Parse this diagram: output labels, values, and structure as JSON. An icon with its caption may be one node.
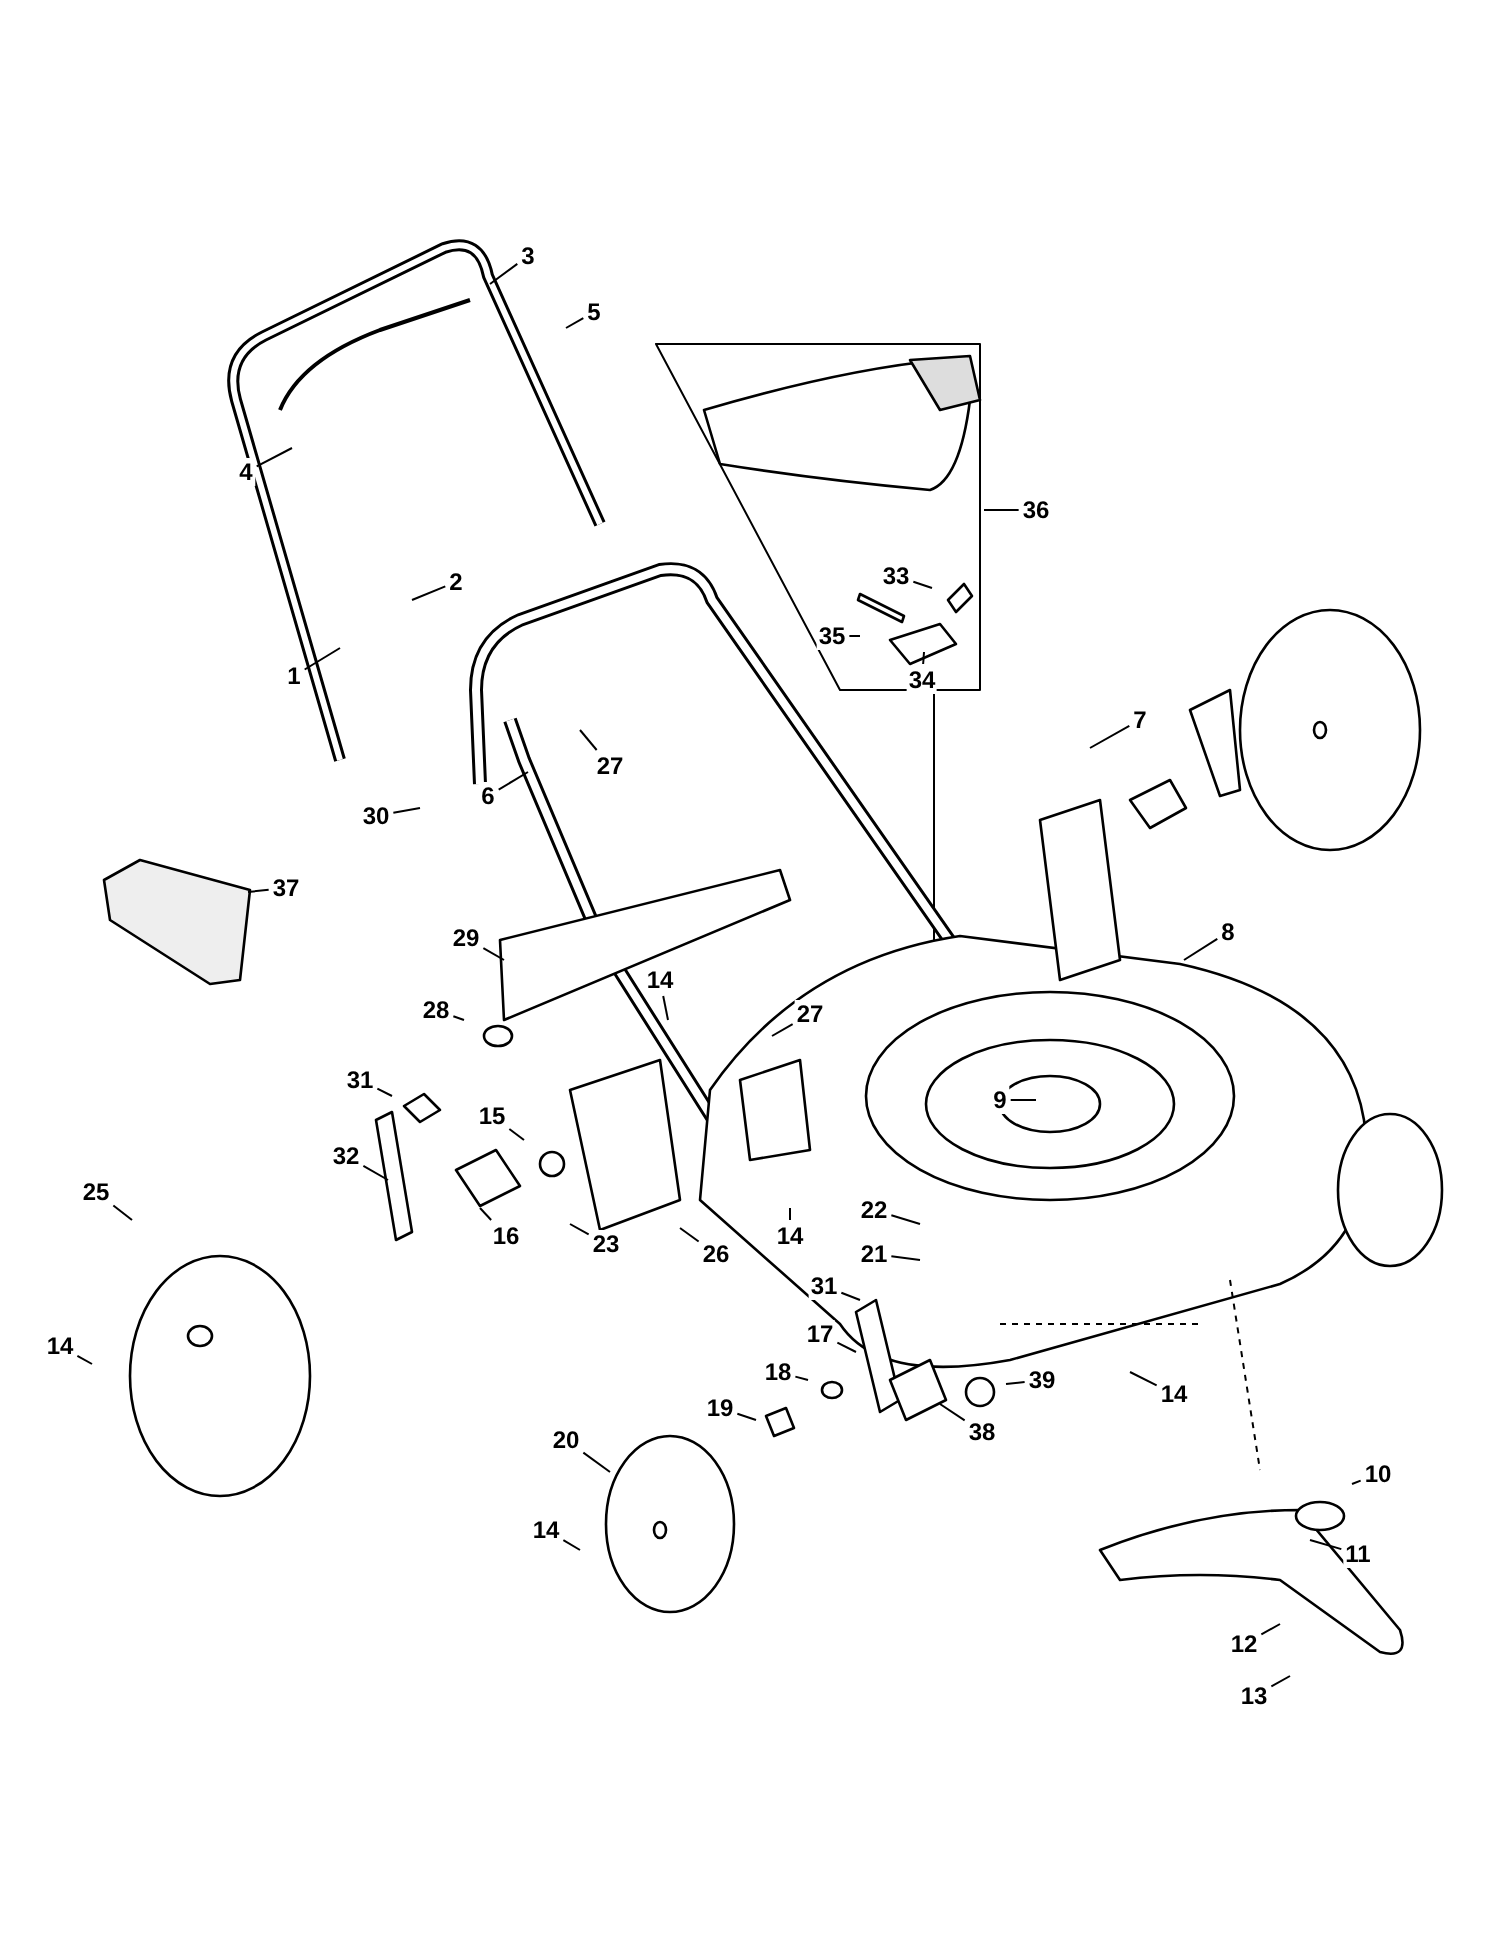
{
  "diagram": {
    "nodes": [
      {
        "text": [
          "3"
        ]
      },
      {
        "text": [
          "5"
        ]
      },
      {
        "text": [
          "4"
        ]
      },
      {
        "text": [
          "36"
        ]
      },
      {
        "text": [
          "33"
        ]
      },
      {
        "text": [
          "2"
        ]
      },
      {
        "text": [
          "35"
        ]
      },
      {
        "text": [
          "1"
        ]
      },
      {
        "text": [
          "34"
        ]
      },
      {
        "text": [
          "7"
        ]
      },
      {
        "text": [
          "27"
        ]
      },
      {
        "text": [
          "6"
        ]
      },
      {
        "text": [
          "30"
        ]
      },
      {
        "text": [
          "37"
        ]
      },
      {
        "text": [
          "29"
        ]
      },
      {
        "text": [
          "8"
        ]
      },
      {
        "text": [
          "14"
        ]
      },
      {
        "text": [
          "28"
        ]
      },
      {
        "text": [
          "27"
        ]
      },
      {
        "text": [
          "31"
        ]
      },
      {
        "text": [
          "9"
        ]
      },
      {
        "text": [
          "15"
        ]
      },
      {
        "text": [
          "32"
        ]
      },
      {
        "text": [
          "25"
        ]
      },
      {
        "text": [
          "22"
        ]
      },
      {
        "text": [
          "16"
        ]
      },
      {
        "text": [
          "14"
        ]
      },
      {
        "text": [
          "23"
        ]
      },
      {
        "text": [
          "21"
        ]
      },
      {
        "text": [
          "26"
        ]
      },
      {
        "text": [
          "31"
        ]
      },
      {
        "text": [
          "17"
        ]
      },
      {
        "text": [
          "14"
        ]
      },
      {
        "text": [
          "18"
        ]
      },
      {
        "text": [
          "39"
        ]
      },
      {
        "text": [
          "14"
        ]
      },
      {
        "text": [
          "19"
        ]
      },
      {
        "text": [
          "38"
        ]
      },
      {
        "text": [
          "20"
        ]
      },
      {
        "text": [
          "10"
        ]
      },
      {
        "text": [
          "14"
        ]
      },
      {
        "text": [
          "11"
        ]
      },
      {
        "text": [
          "12"
        ]
      },
      {
        "text": [
          "13"
        ]
      }
    ],
    "edges": [
      {
        "from": 0,
        "to": null,
        "arrow": "none"
      },
      {
        "from": 1,
        "to": null,
        "arrow": "none"
      },
      {
        "from": 2,
        "to": null,
        "arrow": "none"
      },
      {
        "from": 3,
        "to": null,
        "arrow": "none"
      },
      {
        "from": 4,
        "to": null,
        "arrow": "none"
      },
      {
        "from": 5,
        "to": null,
        "arrow": "none"
      },
      {
        "from": 6,
        "to": null,
        "arrow": "none"
      },
      {
        "from": 7,
        "to": null,
        "arrow": "none"
      },
      {
        "from": 8,
        "to": null,
        "arrow": "none"
      },
      {
        "from": 9,
        "to": null,
        "arrow": "none"
      },
      {
        "from": 10,
        "to": null,
        "arrow": "none"
      },
      {
        "from": 11,
        "to": null,
        "arrow": "none"
      },
      {
        "from": 12,
        "to": null,
        "arrow": "none"
      },
      {
        "from": 13,
        "to": null,
        "arrow": "none"
      },
      {
        "from": 14,
        "to": null,
        "arrow": "none"
      },
      {
        "from": 15,
        "to": null,
        "arrow": "none"
      },
      {
        "from": 16,
        "to": null,
        "arrow": "none"
      },
      {
        "from": 17,
        "to": null,
        "arrow": "none"
      },
      {
        "from": 18,
        "to": null,
        "arrow": "none"
      },
      {
        "from": 19,
        "to": null,
        "arrow": "none"
      },
      {
        "from": 20,
        "to": null,
        "arrow": "none"
      },
      {
        "from": 21,
        "to": null,
        "arrow": "none"
      },
      {
        "from": 22,
        "to": null,
        "arrow": "none"
      },
      {
        "from": 23,
        "to": null,
        "arrow": "none"
      },
      {
        "from": 24,
        "to": null,
        "arrow": "none"
      },
      {
        "from": 25,
        "to": null,
        "arrow": "none"
      },
      {
        "from": 26,
        "to": null,
        "arrow": "none"
      },
      {
        "from": 27,
        "to": null,
        "arrow": "none"
      },
      {
        "from": 28,
        "to": null,
        "arrow": "none"
      },
      {
        "from": 29,
        "to": null,
        "arrow": "none"
      },
      {
        "from": 30,
        "to": null,
        "arrow": "none"
      },
      {
        "from": 31,
        "to": null,
        "arrow": "none"
      },
      {
        "from": 32,
        "to": null,
        "arrow": "none"
      },
      {
        "from": 33,
        "to": null,
        "arrow": "none"
      },
      {
        "from": 34,
        "to": null,
        "arrow": "none"
      },
      {
        "from": 35,
        "to": null,
        "arrow": "none"
      },
      {
        "from": 36,
        "to": null,
        "arrow": "none"
      },
      {
        "from": 37,
        "to": null,
        "arrow": "none"
      },
      {
        "from": 38,
        "to": null,
        "arrow": "none"
      },
      {
        "from": 39,
        "to": null,
        "arrow": "none"
      },
      {
        "from": 40,
        "to": null,
        "arrow": "none"
      },
      {
        "from": 41,
        "to": null,
        "arrow": "none"
      },
      {
        "from": 42,
        "to": null,
        "arrow": "none"
      },
      {
        "from": 43,
        "to": null,
        "arrow": "none"
      }
    ]
  }
}
